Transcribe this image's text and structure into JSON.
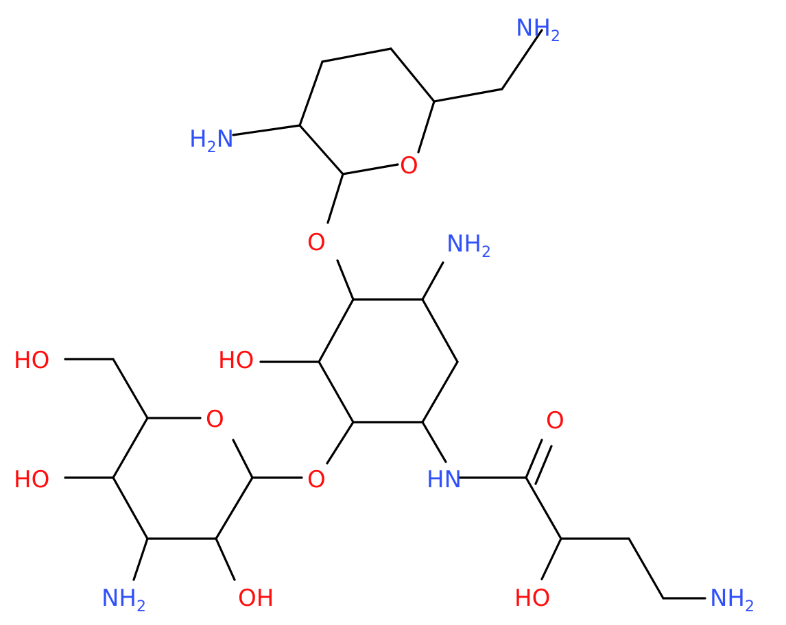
{
  "molecule": {
    "colors": {
      "bond": "#000000",
      "O": "#ff0d0d",
      "N": "#3050f8",
      "background": "#ffffff"
    },
    "labels": {
      "nh2_top_right": {
        "main": "NH",
        "sub": "2",
        "element": "N"
      },
      "nh2_top_left": {
        "main": "H",
        "sub": "2",
        "tail": "N",
        "element": "N"
      },
      "o_upper_ring": {
        "main": "O",
        "element": "O"
      },
      "o_glyco_upper": {
        "main": "O",
        "element": "O"
      },
      "nh2_middle": {
        "main": "NH",
        "sub": "2",
        "element": "N"
      },
      "ho_middle": {
        "main": "HO",
        "element": "O"
      },
      "ho_far_left": {
        "main": "HO",
        "element": "O"
      },
      "o_lower_ring": {
        "main": "O",
        "element": "O"
      },
      "ho_lower_left": {
        "main": "HO",
        "element": "O"
      },
      "o_glyco_lower": {
        "main": "O",
        "element": "O"
      },
      "nh_amide": {
        "main": "HN",
        "element": "N"
      },
      "o_carbonyl": {
        "main": "O",
        "element": "O"
      },
      "nh2_bottom_left": {
        "main": "NH",
        "sub": "2",
        "element": "N"
      },
      "oh_bottom": {
        "main": "OH",
        "element": "O"
      },
      "ho_bottom_right": {
        "main": "HO",
        "element": "O"
      },
      "nh2_bottom_right": {
        "main": "NH",
        "sub": "2",
        "element": "N"
      }
    }
  }
}
